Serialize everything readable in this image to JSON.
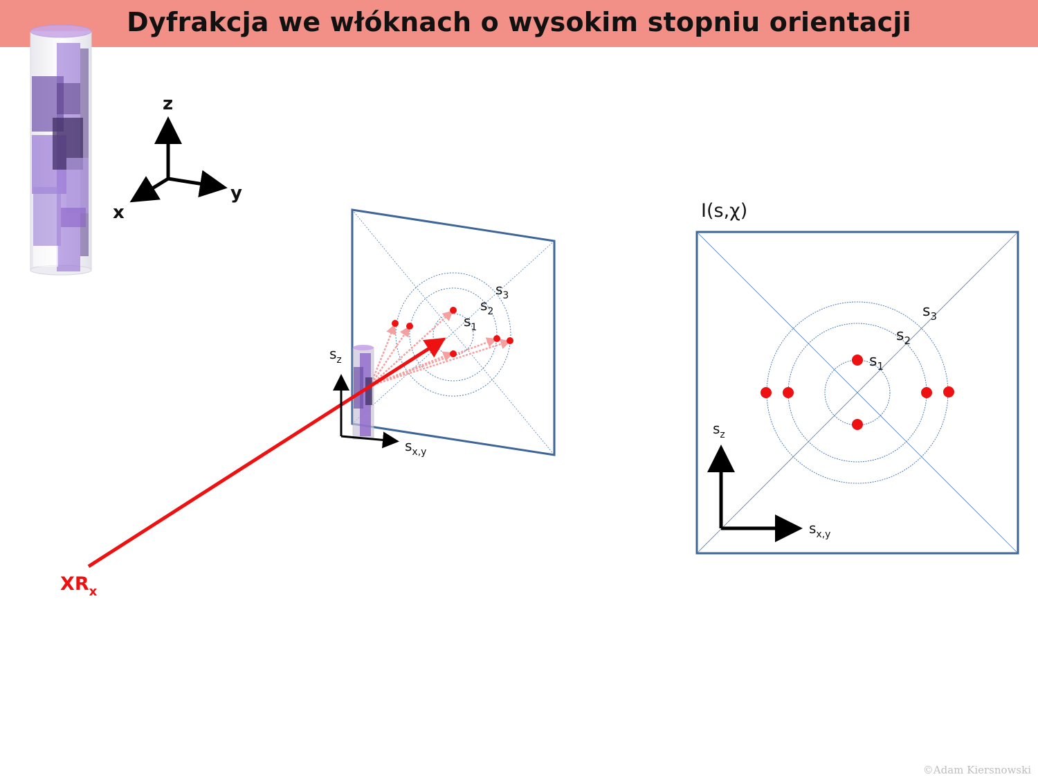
{
  "title": "Dyfrakcja we włóknach o wysokim stopniu orientacji",
  "axes3d": {
    "z": "z",
    "y": "y",
    "x": "x"
  },
  "screen3d": {
    "rings": [
      {
        "base": "s",
        "sub": "1"
      },
      {
        "base": "s",
        "sub": "2"
      },
      {
        "base": "s",
        "sub": "3"
      }
    ],
    "axis_vertical": {
      "base": "s",
      "sub": "z"
    },
    "axis_horizontal": {
      "base": "s",
      "sub": "x,y"
    }
  },
  "beam": {
    "base": "XR",
    "sub": "x"
  },
  "pattern": {
    "label": "I(s,χ)",
    "rings": [
      {
        "base": "s",
        "sub": "1"
      },
      {
        "base": "s",
        "sub": "2"
      },
      {
        "base": "s",
        "sub": "3"
      }
    ],
    "axis_vertical": {
      "base": "s",
      "sub": "z"
    },
    "axis_horizontal": {
      "base": "s",
      "sub": "x,y"
    }
  },
  "colors": {
    "title_bar": "#f28f86",
    "beam": "#ee1111",
    "spot": "#ee1111",
    "frame": "#3d6597",
    "ring": "#4a7bb8",
    "fiber": "#8a62c8"
  },
  "copyright": "©Adam Kiersnowski"
}
